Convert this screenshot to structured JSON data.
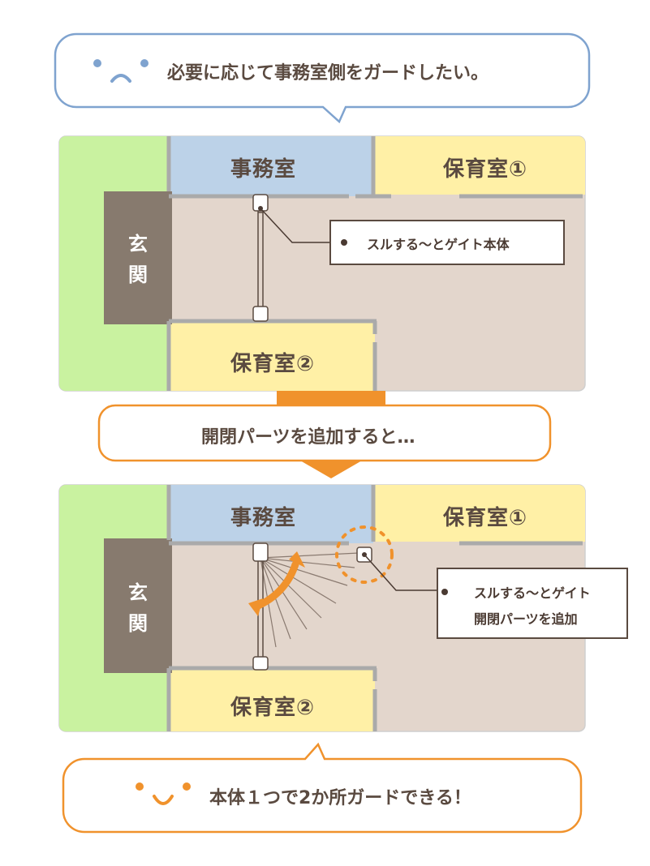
{
  "top_bubble": {
    "text": "必要に応じて事務室側をガードしたい。",
    "face": "sad-face-icon",
    "color": "#7fa3cf"
  },
  "middle_bubble": {
    "text": "開閉パーツを追加すると…",
    "color": "#f0922c"
  },
  "bottom_bubble": {
    "text": "本体１つで2か所ガードできる！",
    "face": "happy-face-icon",
    "color": "#f0922c"
  },
  "plan_top": {
    "office": "事務室",
    "nursery1": "保育室①",
    "nursery2": "保育室②",
    "entrance": [
      "玄",
      "関"
    ],
    "callout": "スルする～とゲイト本体"
  },
  "plan_bottom": {
    "office": "事務室",
    "nursery1": "保育室①",
    "nursery2": "保育室②",
    "entrance": [
      "玄",
      "関"
    ],
    "callout_lines": [
      "スルする～とゲイト",
      "開閉パーツを追加"
    ]
  },
  "colors": {
    "green": "#c9f2a0",
    "floor": "#e3d6cc",
    "office": "#bcd2e8",
    "nursery": "#fff0a6",
    "entrance": "#877a6e",
    "wall": "#aaaaaa",
    "orange": "#f0922c",
    "text": "#5a4a40"
  }
}
